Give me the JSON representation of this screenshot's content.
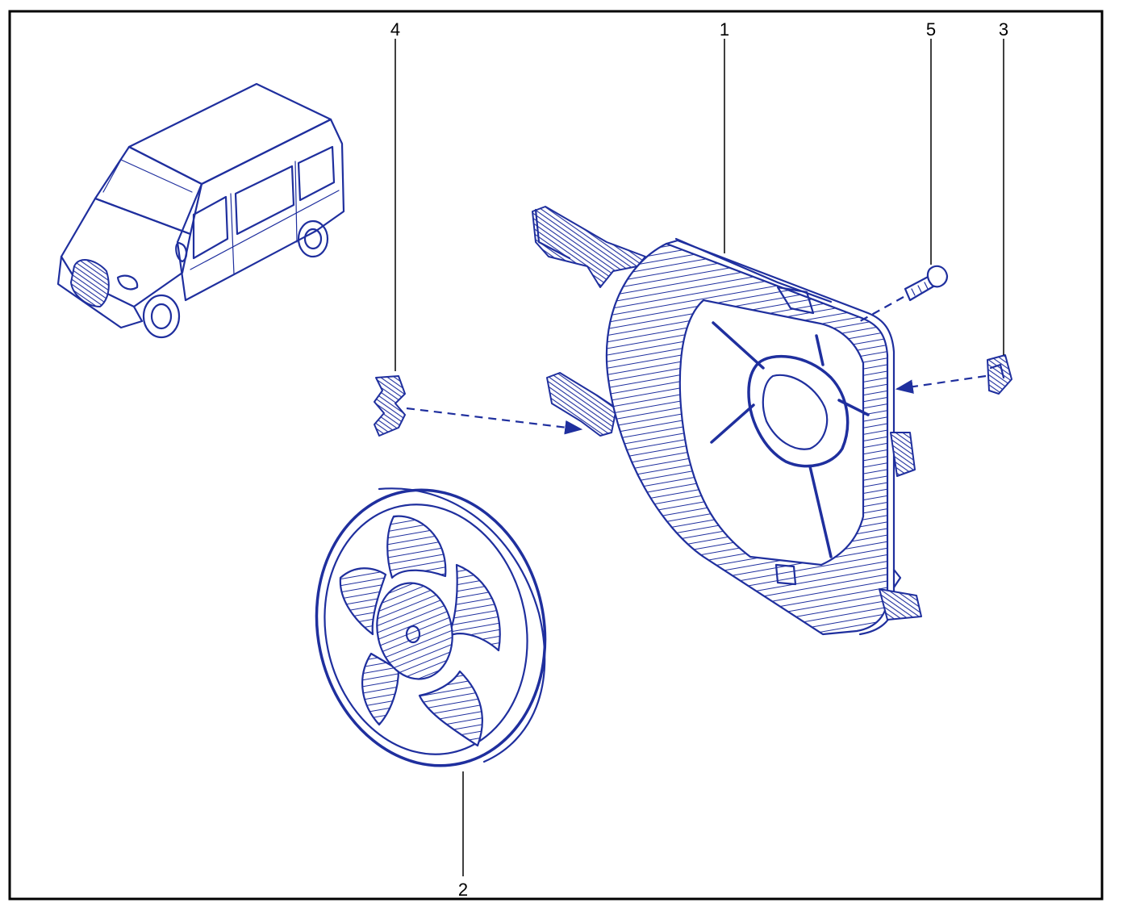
{
  "diagram": {
    "callouts": [
      {
        "id": "1",
        "label": "1",
        "part": "fan-shroud"
      },
      {
        "id": "2",
        "label": "2",
        "part": "fan-impeller"
      },
      {
        "id": "3",
        "label": "3",
        "part": "clip-right"
      },
      {
        "id": "4",
        "label": "4",
        "part": "clip-left"
      },
      {
        "id": "5",
        "label": "5",
        "part": "bolt"
      }
    ],
    "colors": {
      "ink": "#1f2f9e",
      "frame": "#000000",
      "background": "#ffffff"
    }
  }
}
